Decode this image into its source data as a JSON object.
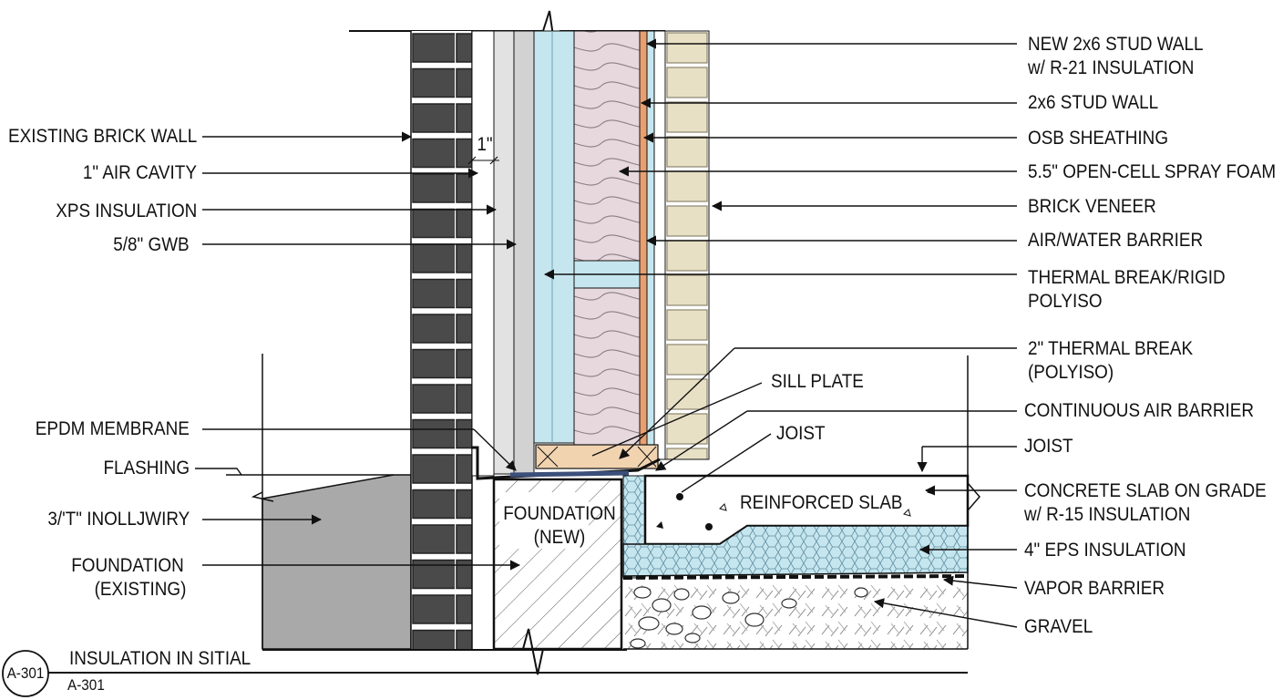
{
  "drawing": {
    "sheet_bubble": "A-301",
    "title": "INSULATION IN SITIAL",
    "sheet_ref": "A-301",
    "dimension": "1\"",
    "colors": {
      "brick": "#4a4a4a",
      "brick_veneer": "#e8e0c4",
      "stud_insulation": "#e6d8dc",
      "rigid_insulation": "#c6e6ef",
      "gwb": "#d6d6d6",
      "existing_foundation": "#a9a9a9",
      "eps": "#bfe3ee"
    }
  },
  "labels_left": [
    {
      "id": "existing-brick-wall",
      "text": "EXISTING BRICK WALL"
    },
    {
      "id": "air-cavity",
      "text": "1\" AIR CAVITY"
    },
    {
      "id": "xps-insulation",
      "text": "XPS INSULATION"
    },
    {
      "id": "gwb",
      "text": "5/8\" GWB"
    },
    {
      "id": "epdm-membrane",
      "text": "EPDM MEMBRANE"
    },
    {
      "id": "flashing",
      "text": "FLASHING"
    },
    {
      "id": "garbled-note",
      "text": "3/'T\" INOLLJWIRY"
    },
    {
      "id": "foundation-existing",
      "lines": [
        "FOUNDATION",
        "(EXISTING)"
      ]
    }
  ],
  "labels_right": [
    {
      "id": "new-stud-wall",
      "lines": [
        "NEW 2x6 STUD WALL",
        "w/ R-21 INSULATION"
      ]
    },
    {
      "id": "stud-wall",
      "text": "2x6 STUD WALL"
    },
    {
      "id": "osb-sheathing",
      "text": "OSB SHEATHING"
    },
    {
      "id": "spray-foam",
      "text": "5.5\" OPEN-CELL SPRAY FOAM"
    },
    {
      "id": "brick-veneer",
      "text": "BRICK VENEER"
    },
    {
      "id": "air-water-barrier",
      "text": "AIR/WATER BARRIER"
    },
    {
      "id": "thermal-break-rigid",
      "lines": [
        "THERMAL BREAK/RIGID",
        "POLYISO"
      ]
    },
    {
      "id": "thermal-break-polyiso",
      "lines": [
        "2\" THERMAL BREAK",
        "(POLYISO)"
      ]
    },
    {
      "id": "continuous-air-barrier",
      "text": "CONTINUOUS AIR BARRIER"
    },
    {
      "id": "joist-right",
      "text": "JOIST"
    },
    {
      "id": "concrete-slab",
      "lines": [
        "CONCRETE SLAB ON GRADE",
        "w/ R-15 INSULATION"
      ]
    },
    {
      "id": "eps-insulation",
      "text": "4\" EPS INSULATION"
    },
    {
      "id": "vapor-barrier",
      "text": "VAPOR BARRIER"
    },
    {
      "id": "gravel",
      "text": "GRAVEL"
    }
  ],
  "labels_center": [
    {
      "id": "sill-plate",
      "text": "SILL PLATE"
    },
    {
      "id": "joist-center",
      "text": "JOIST"
    },
    {
      "id": "reinforced-slab",
      "text": "REINFORCED SLAB"
    },
    {
      "id": "foundation-new",
      "lines": [
        "FOUNDATION",
        "(NEW)"
      ]
    }
  ]
}
